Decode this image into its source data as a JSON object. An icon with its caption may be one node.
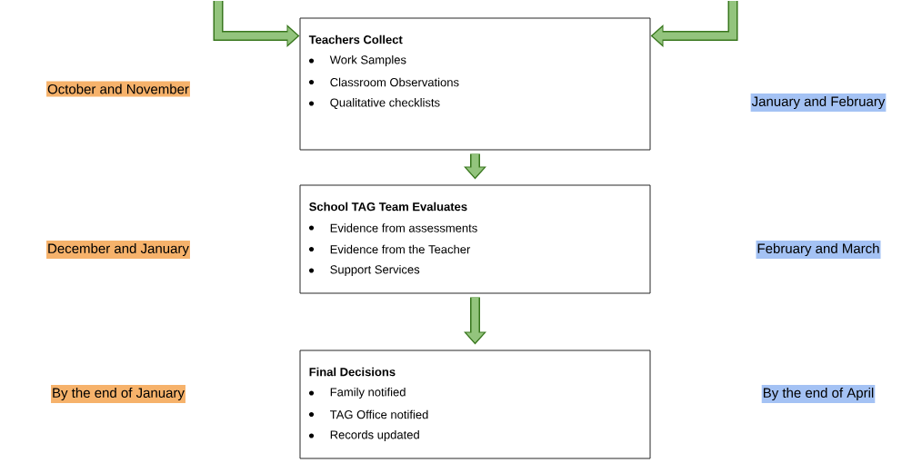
{
  "diagram": {
    "nodes": [
      {
        "text": [
          "Teachers Collect",
          "Work Samples",
          "Classroom Observations",
          "Qualitative checklists"
        ]
      },
      {
        "text": [
          "School TAG Team Evaluates",
          "Evidence from assessments",
          "Evidence from the Teacher",
          "Support Services"
        ]
      },
      {
        "text": [
          "Final Decisions",
          "Family notified",
          "TAG Office notified",
          "Records updated"
        ]
      }
    ],
    "edges": [
      {
        "from": null,
        "to": 0,
        "arrow": "to"
      },
      {
        "from": null,
        "to": 0,
        "arrow": "to"
      },
      {
        "from": 0,
        "to": 1,
        "arrow": "to"
      },
      {
        "from": 1,
        "to": 2,
        "arrow": "to"
      }
    ],
    "labels": [
      "October and November",
      "January and February",
      "December and January",
      "February and March",
      "By the end of January",
      "By the end of April"
    ]
  }
}
